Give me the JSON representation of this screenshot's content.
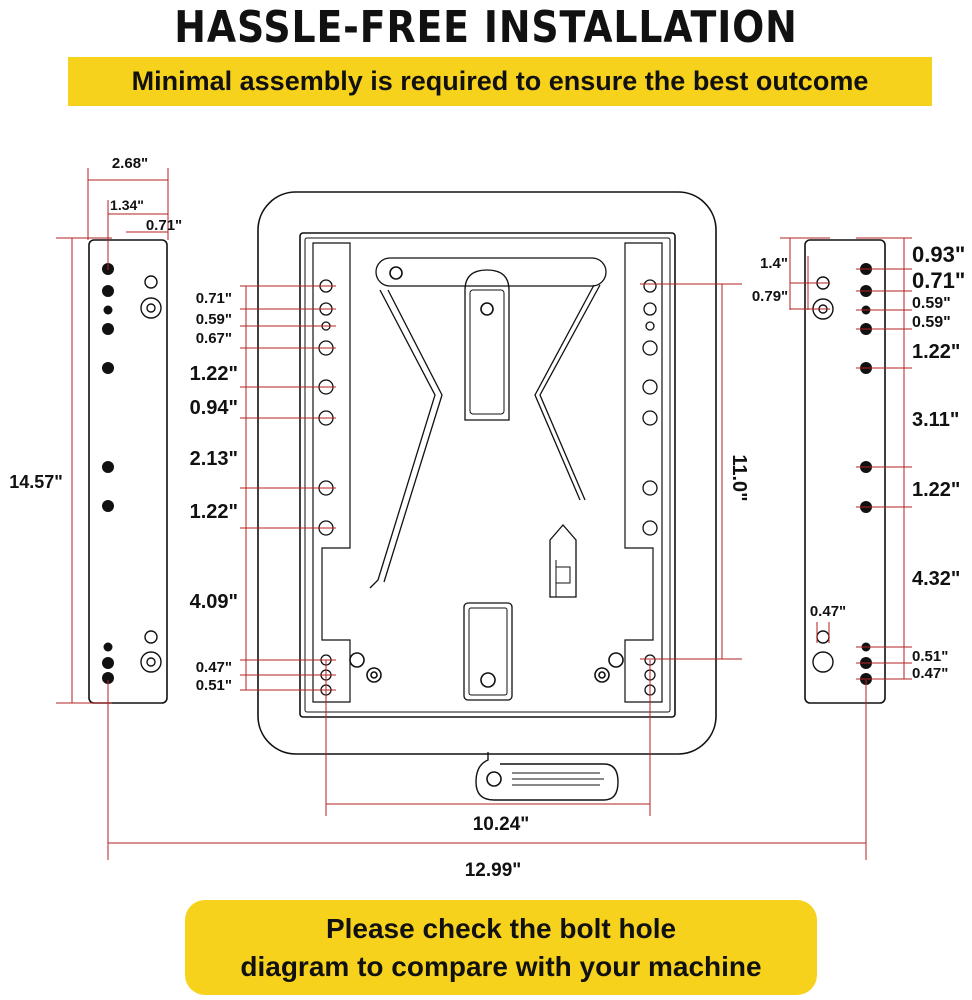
{
  "header": {
    "title": "HASSLE-FREE INSTALLATION",
    "subtitle": "Minimal assembly is required to ensure the best outcome"
  },
  "left_bracket": {
    "width_total": "2.68\"",
    "offset_a": "1.34\"",
    "offset_b": "0.71\"",
    "height": "14.57\""
  },
  "center_plate": {
    "spacings": [
      "0.71\"",
      "0.59\"",
      "0.67\"",
      "1.22\"",
      "0.94\"",
      "2.13\"",
      "1.22\"",
      "4.09\"",
      "0.47\"",
      "0.51\""
    ],
    "vertical_span": "11.0\"",
    "hole_span": "10.24\""
  },
  "right_bracket": {
    "offset_a": "1.4\"",
    "offset_b": "0.79\"",
    "hole_dia": "0.47\"",
    "spacings": [
      "0.93\"",
      "0.71\"",
      "0.59\"",
      "0.59\"",
      "1.22\"",
      "3.11\"",
      "1.22\"",
      "4.32\"",
      "0.51\"",
      "0.47\""
    ]
  },
  "overall_width": "12.99\"",
  "footer": {
    "line1": "Please check the bolt hole",
    "line2": "diagram to compare with your machine"
  },
  "colors": {
    "accent_yellow": "#f7d21d",
    "dimension_red": "#b22222",
    "ink": "#111111"
  }
}
